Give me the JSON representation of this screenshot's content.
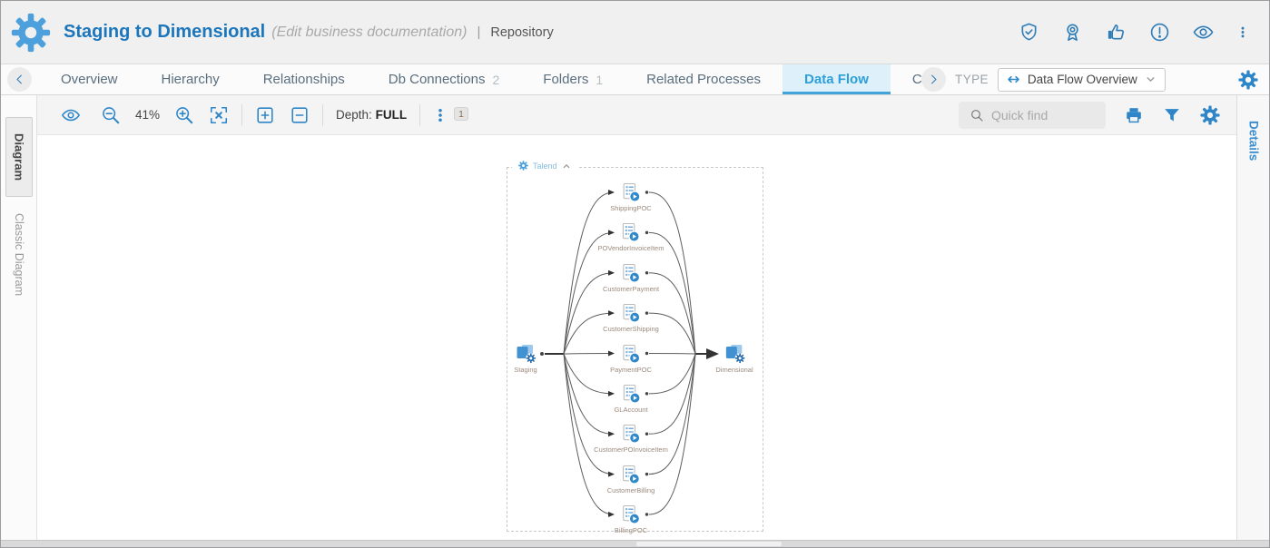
{
  "header": {
    "title": "Staging to Dimensional",
    "subtitle": "(Edit business documentation)",
    "separator": "|",
    "context": "Repository",
    "action_icons": [
      "shield-check",
      "award-ribbon",
      "thumbs-up",
      "warning-circle",
      "eye",
      "kebab-menu"
    ]
  },
  "tab_bar": {
    "tabs": [
      {
        "label": "Overview"
      },
      {
        "label": "Hierarchy"
      },
      {
        "label": "Relationships"
      },
      {
        "label": "Db Connections",
        "count": "2"
      },
      {
        "label": "Folders",
        "count": "1"
      },
      {
        "label": "Related Processes"
      },
      {
        "label": "Data Flow",
        "active": true
      },
      {
        "label": "Cor",
        "clipped": true
      }
    ],
    "type_label": "TYPE",
    "type_value": "Data Flow Overview",
    "type_icon": "data-flow-arrows"
  },
  "toolbar": {
    "zoom_level": "41%",
    "depth_label": "Depth:",
    "depth_value": "FULL",
    "steps_badge": "1",
    "quick_find_placeholder": "Quick find",
    "left_icons": [
      "visibility-eye",
      "zoom-out",
      "zoom-in",
      "fit-to-screen",
      "expand-all-plus",
      "collapse-all-minus",
      "steps-kebab"
    ],
    "right_icons": [
      "search",
      "print",
      "filter-funnel",
      "settings-gear"
    ]
  },
  "left_rail": {
    "tabs": [
      {
        "label": "Diagram",
        "active": true
      },
      {
        "label": "Classic Diagram",
        "active": false
      }
    ]
  },
  "right_rail": {
    "label": "Details"
  },
  "diagram": {
    "container_label": "Talend",
    "container_icon": "gear",
    "collapse_icon": "chevron-up",
    "source": {
      "label": "Staging",
      "icon": "database-model"
    },
    "target": {
      "label": "Dimensional",
      "icon": "database-model"
    },
    "jobs": [
      "ShippingPOC",
      "POVendorInvoiceItem",
      "CustomerPayment",
      "CustomerShipping",
      "PaymentPOC",
      "GLAccount",
      "CustomerPOInvoiceItem",
      "CustomerBilling",
      "BillingPOC"
    ]
  },
  "colors": {
    "accent_blue": "#2e86c8",
    "title_blue": "#1b76bc",
    "active_tab_text": "#2d9fd8",
    "active_tab_bg": "#def0fa",
    "details_blue": "#3a8fd0",
    "node_label": "#9b8a7d",
    "edge_gray": "#5d5d5d"
  }
}
